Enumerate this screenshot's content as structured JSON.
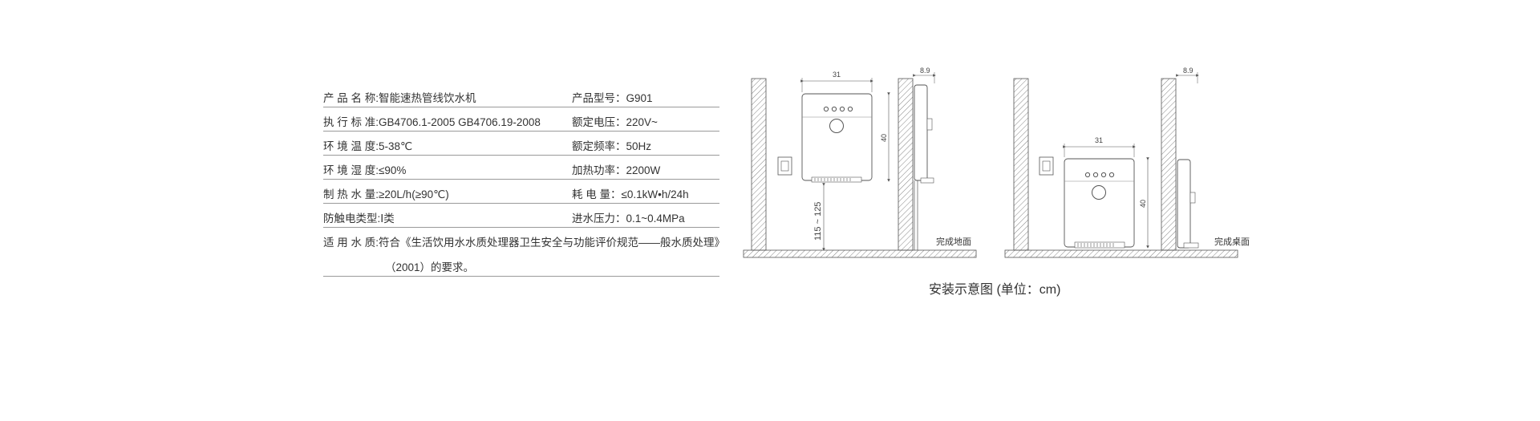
{
  "specs": {
    "rows": [
      {
        "l": "产 品 名 称:智能速热管线饮水机",
        "r": "产品型号：G901"
      },
      {
        "l": "执 行 标 准:GB4706.1-2005 GB4706.19-2008",
        "r": "额定电压：220V~"
      },
      {
        "l": "环 境 温 度:5-38℃",
        "r": "额定频率：50Hz"
      },
      {
        "l": "环 境 湿 度:≤90%",
        "r": "加热功率：2200W"
      },
      {
        "l": "制 热 水 量:≥20L/h(≥90℃)",
        "r": "耗 电 量：≤0.1kW•h/24h"
      },
      {
        "l": "防触电类型:Ⅰ类",
        "r": "进水压力：0.1~0.4MPa"
      }
    ],
    "water_quality": {
      "line1": "适 用 水 质:符合《生活饮用水水质处理器卫生安全与功能评价规范——般水质处理》",
      "line2": "（2001）的要求。"
    }
  },
  "diagram": {
    "caption": "安装示意图 (单位：cm)",
    "floor_label": "完成地面",
    "desk_label": "完成桌面",
    "dims": {
      "width_left": "31",
      "depth_left": "8.9",
      "height_left": "40",
      "mount_height": "115 ~ 125",
      "width_right": "31",
      "depth_right": "8.9",
      "height_right": "40"
    }
  }
}
